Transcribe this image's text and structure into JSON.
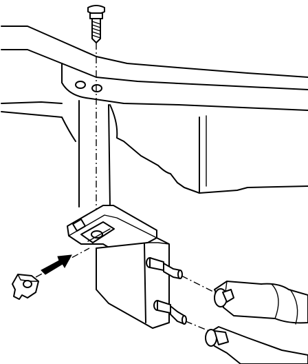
{
  "figure": {
    "kind": "exploded-view line illustration",
    "background": "#ffffff",
    "ink": "#000000",
    "parts": [
      "bolt-icon",
      "frame-crossmember",
      "reservoir-bracket",
      "reservoir-tank",
      "bracket-clip",
      "hose-upper",
      "hose-lower",
      "assembly-arrow"
    ]
  }
}
